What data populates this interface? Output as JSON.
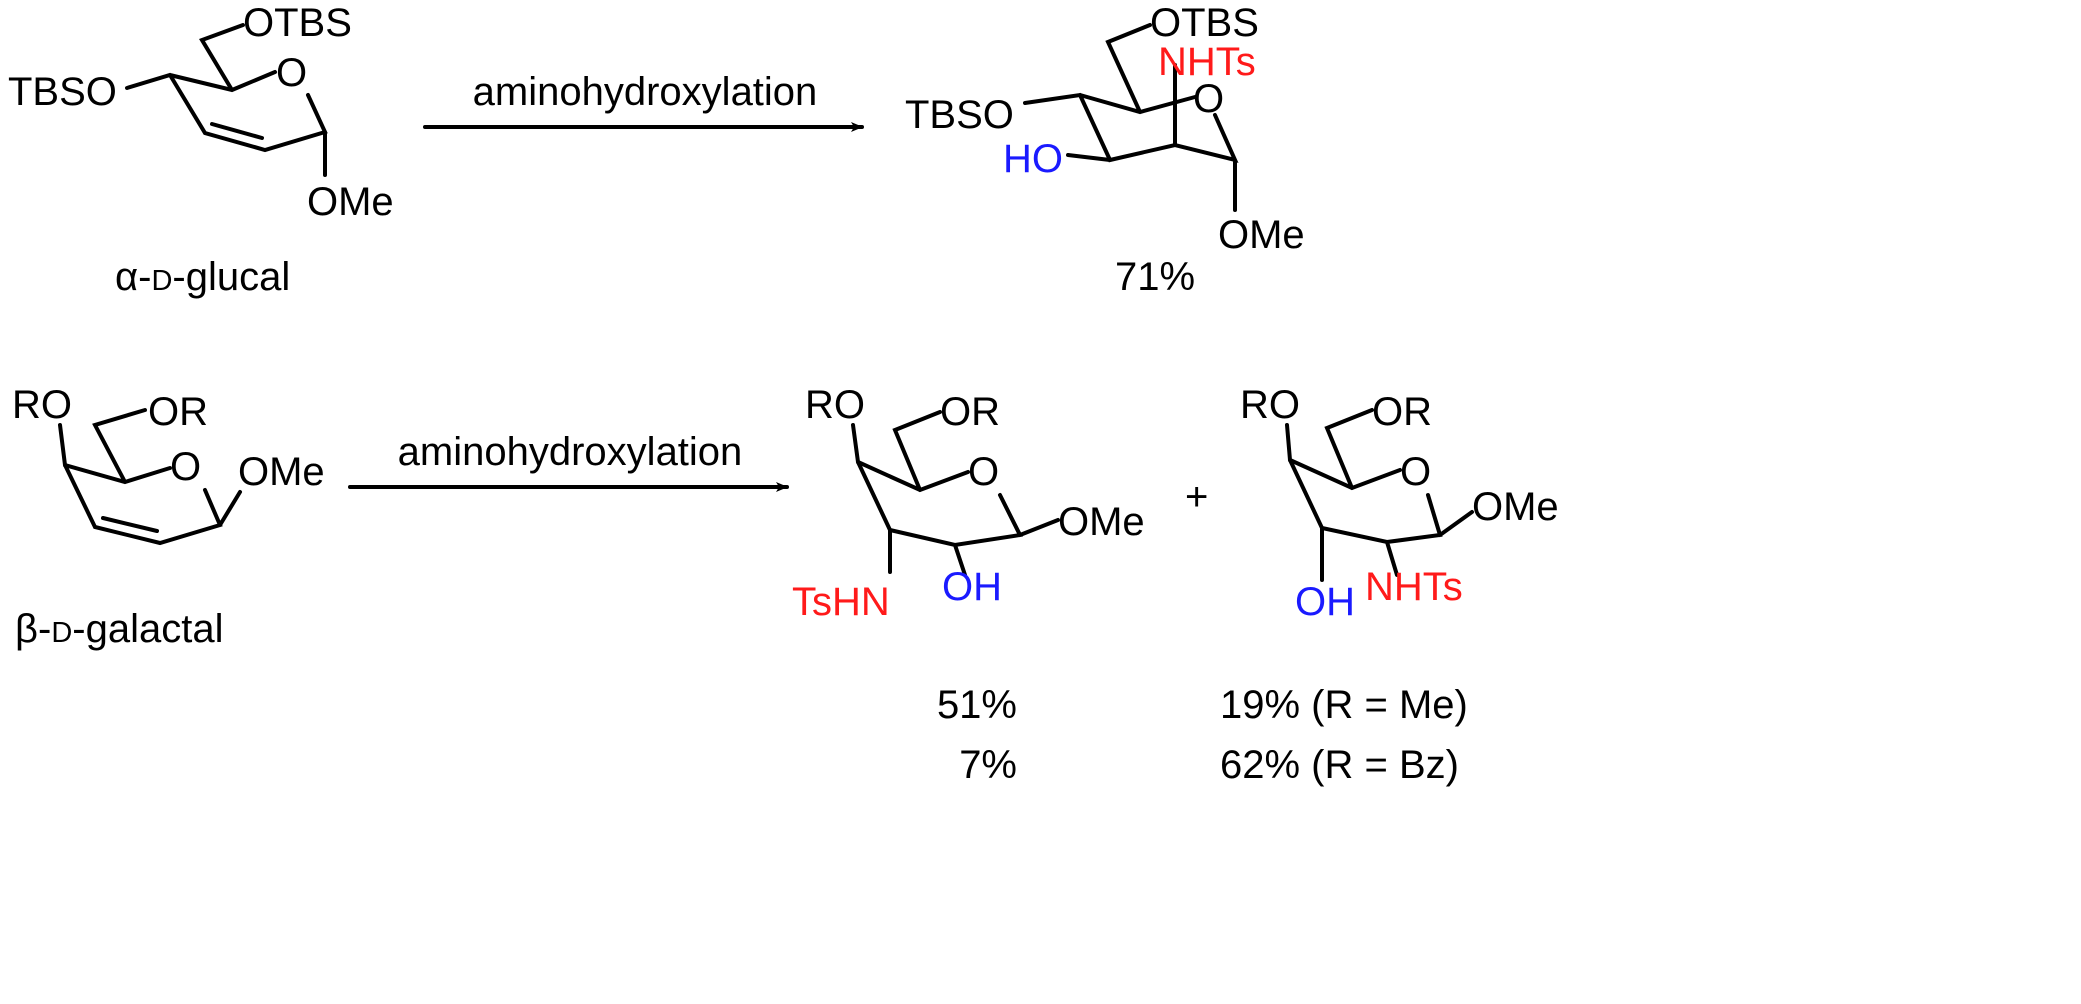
{
  "reaction_1": {
    "reactant": {
      "name_prefix": "α-",
      "name_d": "D",
      "name_suffix": "-glucal",
      "labels": {
        "otbs_top": "OTBS",
        "tbso": "TBSO",
        "ring_o": "O",
        "ome": "OMe"
      }
    },
    "arrow_label": "aminohydroxylation",
    "product": {
      "labels": {
        "otbs_top": "OTBS",
        "nhts": "NHTs",
        "tbso": "TBSO",
        "ho": "HO",
        "ring_o": "O",
        "ome": "OMe"
      },
      "yield": "71%"
    }
  },
  "reaction_2": {
    "reactant": {
      "name_prefix": "β-",
      "name_d": "D",
      "name_suffix": "-galactal",
      "labels": {
        "ro": "RO",
        "or": "OR",
        "ring_o": "O",
        "ome": "OMe"
      }
    },
    "arrow_label": "aminohydroxylation",
    "product_1": {
      "labels": {
        "ro": "RO",
        "or": "OR",
        "ring_o": "O",
        "ome": "OMe",
        "tshn": "TsHN",
        "oh": "OH"
      },
      "yields": [
        "51%",
        "7%"
      ]
    },
    "plus": "+",
    "product_2": {
      "labels": {
        "ro": "RO",
        "or": "OR",
        "ring_o": "O",
        "ome": "OMe",
        "oh": "OH",
        "nhts": "NHTs"
      },
      "yields": [
        "19% (R = Me)",
        "62% (R = Bz)"
      ]
    }
  },
  "colors": {
    "amine": "#ff1a1a",
    "hydroxyl": "#1a1aff"
  }
}
